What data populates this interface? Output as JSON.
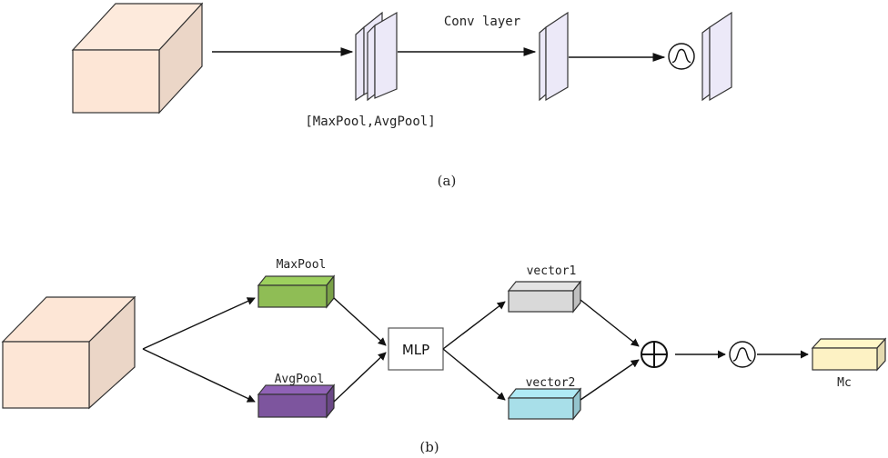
{
  "panel_a": {
    "conv_label": "Conv layer",
    "pool_label": "[MaxPool,AvgPool]",
    "caption": "(a)"
  },
  "panel_b": {
    "maxpool_label": "MaxPool",
    "avgpool_label": "AvgPool",
    "mlp_label": "MLP",
    "vector1_label": "vector1",
    "vector2_label": "vector2",
    "output_label": "Mc",
    "caption": "(b)"
  },
  "colors": {
    "input_fill": "#fde6d6",
    "featuremap_fill": "#ece9f8",
    "maxpool_fill": "#8fbd55",
    "avgpool_fill": "#7d559e",
    "vector1_fill": "#d9d9d9",
    "vector2_fill": "#a8dfe9",
    "output_fill": "#fdf2c4"
  }
}
